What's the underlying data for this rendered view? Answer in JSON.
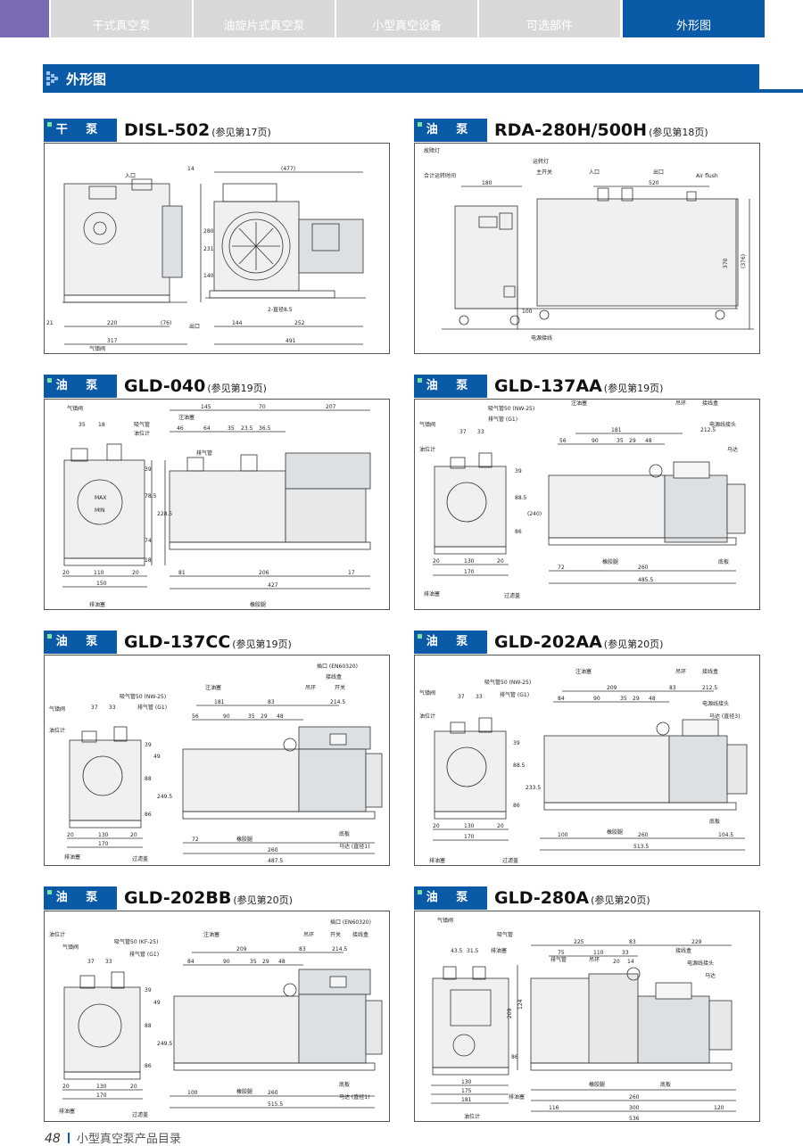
{
  "nav": {
    "tabs": [
      {
        "label": "干式真空泵"
      },
      {
        "label": "油旋片式真空泵"
      },
      {
        "label": "小型真空设备"
      },
      {
        "label": "可选部件"
      },
      {
        "label": "外形图"
      }
    ]
  },
  "section": {
    "title": "外形图"
  },
  "panels": [
    {
      "tag": "干 泵",
      "model": "DISL-502",
      "ref": "(参见第17页)",
      "labels": [
        "入口",
        "出口",
        "气镇阀",
        "2-直径8.5"
      ],
      "dims": [
        "14",
        "(477)",
        "280",
        "231",
        "140",
        "21",
        "220",
        "(76)",
        "144",
        "252",
        "317",
        "491"
      ]
    },
    {
      "tag": "油 泵",
      "model": "RDA-280H/500H",
      "ref": "(参见第18页)",
      "labels": [
        "故障灯",
        "合计运转时间",
        "运转灯",
        "主开关",
        "入口",
        "出口",
        "Air flush",
        "电源接线"
      ],
      "dims": [
        "180",
        "520",
        "370",
        "(376)",
        "100"
      ]
    },
    {
      "tag": "油 泵",
      "model": "GLD-040",
      "ref": "(参见第19页)",
      "labels": [
        "气镇阀",
        "吸气管",
        "油位计",
        "注油塞",
        "排气管",
        "MAX",
        "MIN",
        "排油塞",
        "橡胶腿"
      ],
      "dims": [
        "35",
        "18",
        "145",
        "70",
        "207",
        "46",
        "64",
        "35",
        "23.5",
        "36.5",
        "39",
        "78.5",
        "228.5",
        "74",
        "18",
        "20",
        "110",
        "20",
        "150",
        "81",
        "206",
        "17",
        "427"
      ]
    },
    {
      "tag": "油 泵",
      "model": "GLD-137AA",
      "ref": "(参见第19页)",
      "labels": [
        "吸气管50 (NW-25)",
        "排气管 (G1)",
        "气镇阀",
        "油位计",
        "注油塞",
        "吊环",
        "接线盒",
        "电源线接头",
        "马达",
        "排油塞",
        "过滤盖",
        "橡胶腿",
        "底板"
      ],
      "dims": [
        "37",
        "33",
        "181",
        "212.5",
        "56",
        "90",
        "35",
        "29",
        "48",
        "39",
        "88.5",
        "(240)",
        "86",
        "20",
        "130",
        "20",
        "170",
        "72",
        "260",
        "485.5"
      ]
    },
    {
      "tag": "油 泵",
      "model": "GLD-137CC",
      "ref": "(参见第19页)",
      "labels": [
        "插口 (EN60320)",
        "接线盒",
        "开关",
        "注油塞",
        "吊环",
        "吸气管50 (NW-25)",
        "排气管 (G1)",
        "气镇阀",
        "油位计",
        "排油塞",
        "过滤盖",
        "橡胶腿",
        "底板",
        "马达 (直径1)"
      ],
      "dims": [
        "37",
        "33",
        "181",
        "83",
        "214.5",
        "56",
        "90",
        "35",
        "29",
        "48",
        "39",
        "49",
        "88",
        "249.5",
        "86",
        "20",
        "130",
        "20",
        "170",
        "72",
        "260",
        "487.5"
      ]
    },
    {
      "tag": "油 泵",
      "model": "GLD-202AA",
      "ref": "(参见第20页)",
      "labels": [
        "注油塞",
        "吊环",
        "接线盒",
        "吸气管50 (NW-25)",
        "排气管 (G1)",
        "电源线接头",
        "马达 (直径3)",
        "气镇阀",
        "油位计",
        "排油塞",
        "过滤盖",
        "橡胶腿",
        "底板"
      ],
      "dims": [
        "37",
        "33",
        "209",
        "83",
        "212.5",
        "84",
        "90",
        "35",
        "29",
        "48",
        "39",
        "88.5",
        "233.5",
        "86",
        "20",
        "130",
        "20",
        "170",
        "100",
        "260",
        "104.5",
        "513.5"
      ]
    },
    {
      "tag": "油 泵",
      "model": "GLD-202BB",
      "ref": "(参见第20页)",
      "labels": [
        "插口 (EN60320)",
        "注油塞",
        "吊环",
        "开关",
        "接线盒",
        "油位计",
        "吸气管50 (KF-25)",
        "气镇阀",
        "排气管 (G1)",
        "排油塞",
        "过滤盖",
        "橡胶腿",
        "底板",
        "马达 (直径1)"
      ],
      "dims": [
        "37",
        "33",
        "209",
        "83",
        "214.5",
        "84",
        "90",
        "35",
        "29",
        "48",
        "39",
        "49",
        "88",
        "249.5",
        "86",
        "20",
        "130",
        "20",
        "170",
        "100",
        "260",
        "515.5"
      ]
    },
    {
      "tag": "油 泵",
      "model": "GLD-280A",
      "ref": "(参见第20页)",
      "labels": [
        "气镇阀",
        "吸气管",
        "排油塞",
        "排气管",
        "吊环",
        "接线盒",
        "电源线接头",
        "马达",
        "橡胶腿",
        "底板",
        "排油塞",
        "油位计"
      ],
      "dims": [
        "43.5",
        "31.5",
        "225",
        "83",
        "229",
        "75",
        "110",
        "33",
        "20",
        "14",
        "209",
        "124",
        "86",
        "130",
        "175",
        "181",
        "260",
        "116",
        "300",
        "120",
        "536"
      ]
    }
  ],
  "footer": {
    "page": "48",
    "catalog": "小型真空泵产品目录"
  }
}
